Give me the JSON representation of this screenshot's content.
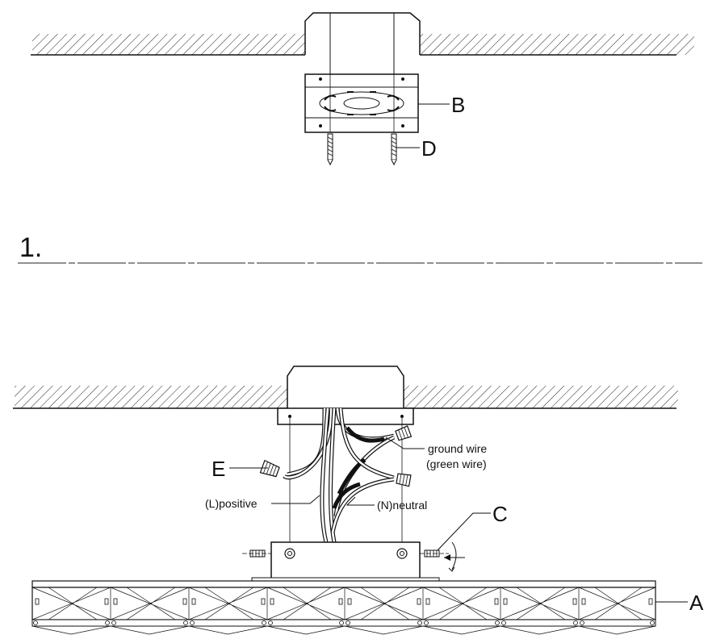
{
  "step_number": "1.",
  "labels": {
    "b": "B",
    "d": "D",
    "e": "E",
    "c": "C",
    "a": "A",
    "ground_wire_line1": "ground wire",
    "ground_wire_line2": "(green wire)",
    "positive": "(L)positive",
    "neutral": "(N)neutral"
  },
  "colors": {
    "ink": "#111111",
    "background": "#ffffff"
  }
}
